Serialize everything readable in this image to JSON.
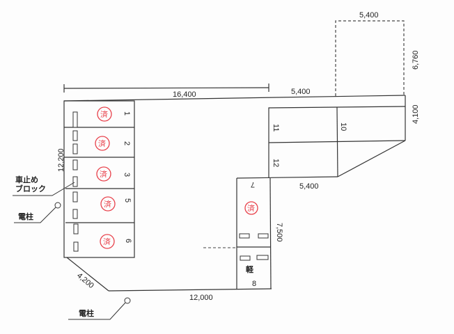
{
  "dimensions": {
    "top_total": "16,400",
    "top_mid": "5,400",
    "dashed_width": "5,400",
    "dashed_height": "6,760",
    "right_height": "4,100",
    "left_height": "12,200",
    "mid_width": "5,400",
    "lot7_height": "7,500",
    "diagonal": "4,200",
    "bottom": "12,000"
  },
  "labels": {
    "wheel_stop_line1": "車止め",
    "wheel_stop_line2": "ブロック",
    "utility_pole_1": "電柱",
    "utility_pole_2": "電柱",
    "kei": "軽"
  },
  "stamp_text": "済",
  "stamp_color": "#e8404a",
  "lots": {
    "l1": "1",
    "l2": "2",
    "l3": "3",
    "l5": "5",
    "l6": "6",
    "l7": "7",
    "l8": "8",
    "l10": "10",
    "l11": "11",
    "l12": "12"
  }
}
